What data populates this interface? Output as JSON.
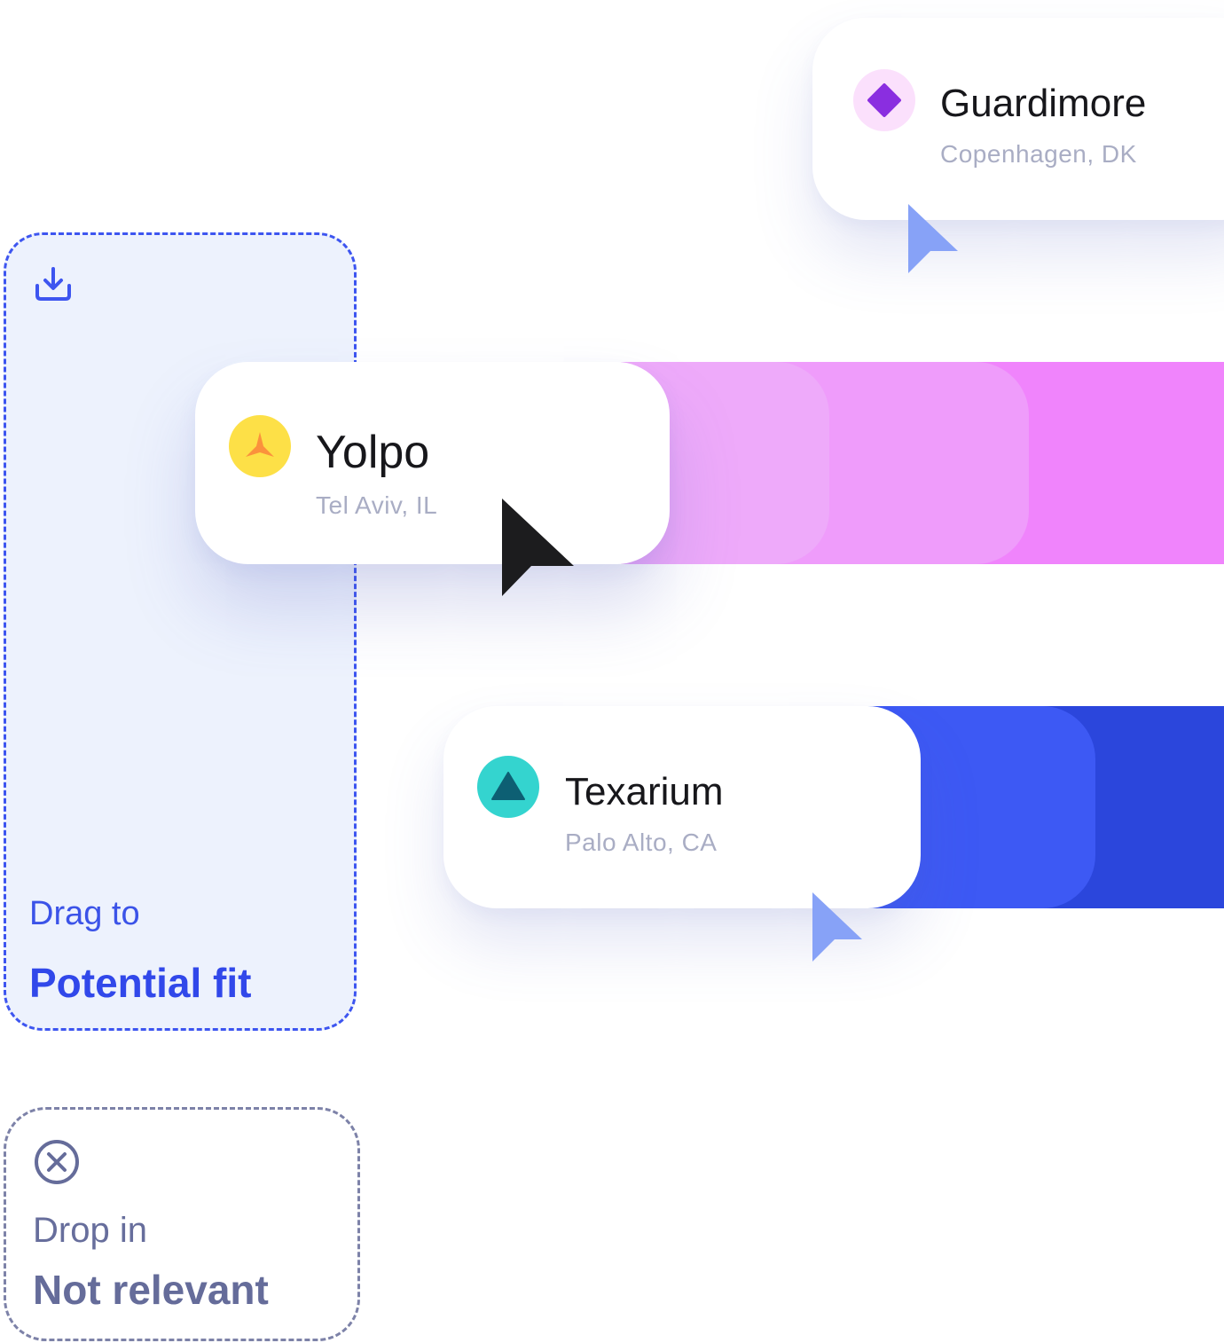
{
  "colors": {
    "accent_blue": "#3d55f0",
    "muted_purple": "#656c9a",
    "drop_zone_bg": "#edf2fd",
    "pink_stack": [
      "#eeaafa",
      "#ef9cfb",
      "#f084fc"
    ],
    "blue_stack": [
      "#3d59f4",
      "#2b46dc"
    ]
  },
  "drop_zones": {
    "potential_fit": {
      "icon": "download-icon",
      "hint": "Drag to",
      "title": "Potential fit"
    },
    "not_relevant": {
      "icon": "close-circle-icon",
      "hint": "Drop in",
      "title": "Not relevant"
    }
  },
  "companies": [
    {
      "name": "Guardimore",
      "location": "Copenhagen, DK",
      "logo_icon": "diamond-logo-icon",
      "logo_bg": "#fbe0fc",
      "logo_fg": "#8a2ee0"
    },
    {
      "name": "Yolpo",
      "location": "Tel Aviv, IL",
      "logo_icon": "tripod-logo-icon",
      "logo_bg": "#fde047",
      "logo_fg": "#fb923c"
    },
    {
      "name": "Texarium",
      "location": "Palo Alto, CA",
      "logo_icon": "triangle-logo-icon",
      "logo_bg": "#34d4cf",
      "logo_fg": "#0d5f73"
    }
  ],
  "cursors": {
    "dragging": "black-pointer-cursor",
    "collaborator": "blue-pointer-cursor"
  }
}
